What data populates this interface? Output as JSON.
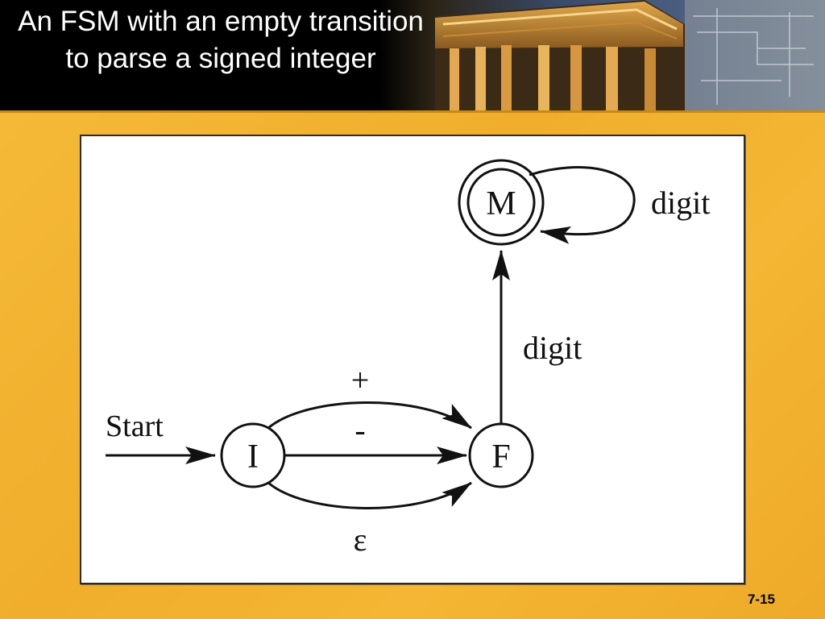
{
  "slide": {
    "title": "An FSM with an empty transition to parse a signed integer",
    "slide_number": "7-15"
  },
  "fsm": {
    "start_label": "Start",
    "states": {
      "I": "I",
      "F": "F",
      "M": "M"
    },
    "transitions": {
      "plus": "+",
      "minus": "-",
      "epsilon": "ε",
      "f_to_m": "digit",
      "m_loop": "digit"
    }
  }
}
